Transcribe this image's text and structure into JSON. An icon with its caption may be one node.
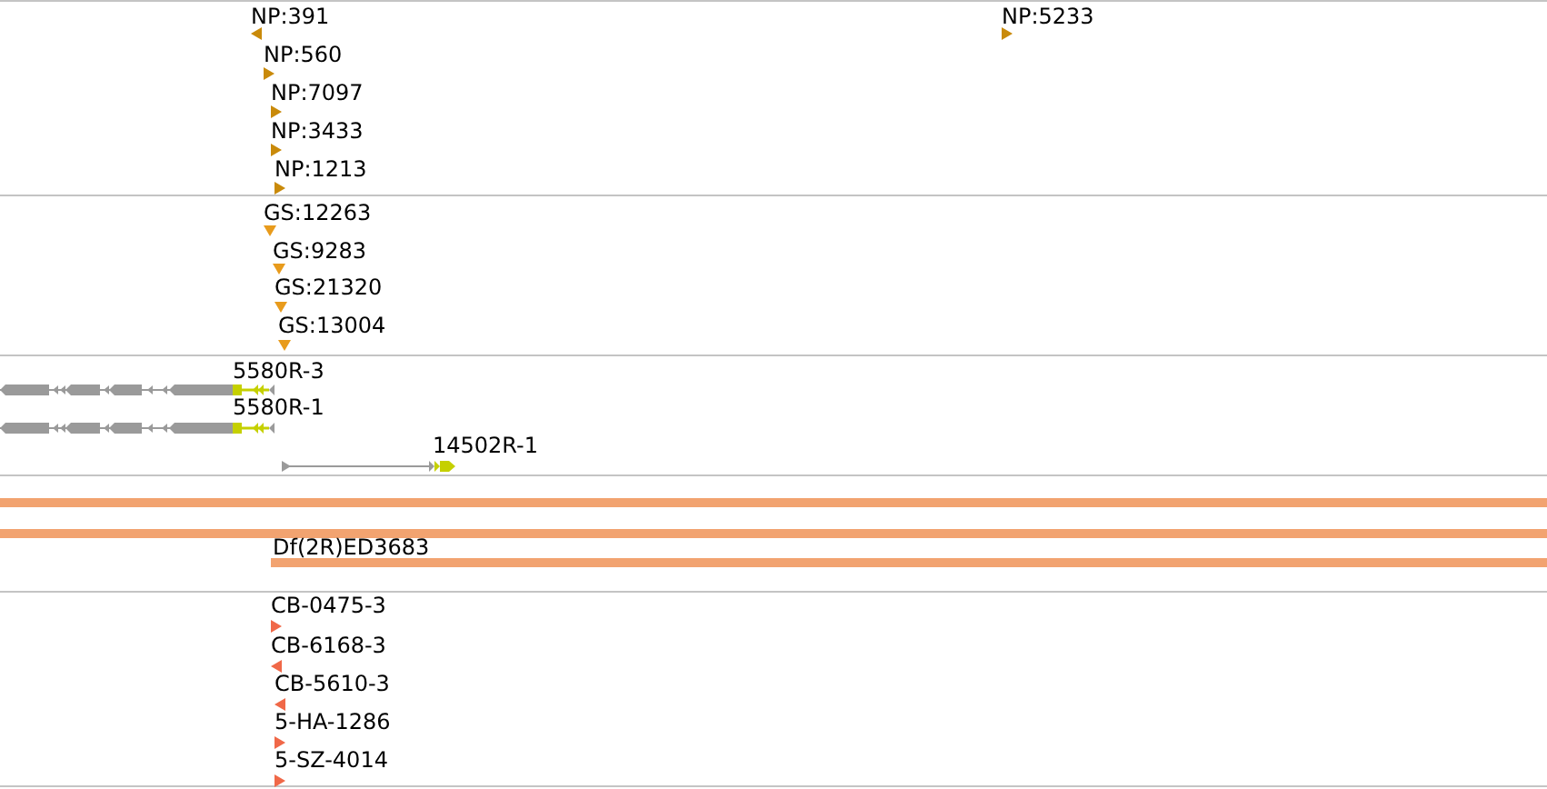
{
  "diagram": {
    "labels": [
      "NP:391",
      "NP:5233",
      "NP:560",
      "NP:7097",
      "NP:3433",
      "NP:1213",
      "GS:12263",
      "GS:9283",
      "GS:21320",
      "GS:13004",
      "5580R-3",
      "5580R-1",
      "14502R-1",
      "Df(2R)ED3683",
      "CB-0475-3",
      "CB-6168-3",
      "CB-5610-3",
      "5-HA-1286",
      "5-SZ-4014"
    ]
  }
}
